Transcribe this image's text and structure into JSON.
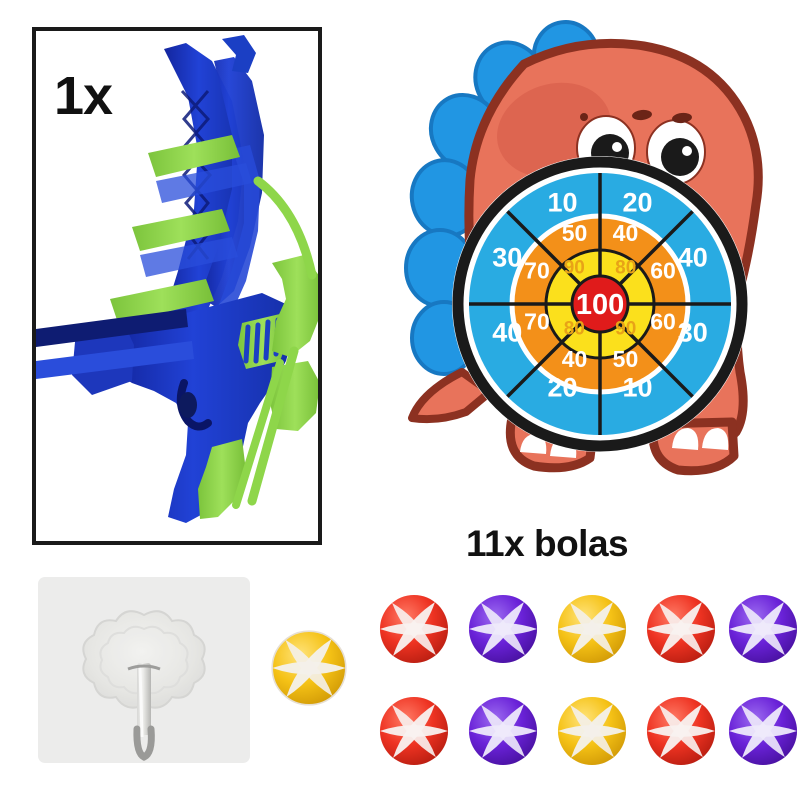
{
  "product": {
    "type": "toy-archery-set-product-sheet",
    "background_color": "#ffffff"
  },
  "crossbow_panel": {
    "quantity_label": "1x",
    "item_name": "crossbow",
    "frame_color": "#1a1a1a",
    "body_color": "#1b3fc4",
    "body_color_dark": "#12249b",
    "accent_color": "#8ed64a",
    "string_color": "#8ed64a"
  },
  "dino_target": {
    "item_name": "dinosaur-dartboard",
    "body_color": "#e8735b",
    "body_shade_color": "#dd6550",
    "outline_color": "#8c3121",
    "spike_color": "#2196e3",
    "spike_outline_color": "#1778c2",
    "claw_color": "#ffffff",
    "eye_white": "#ffffff",
    "eye_pupil": "#1a1a1a",
    "dartboard": {
      "rim_color": "#1a1a1a",
      "ring_outer_color": "#29abe2",
      "ring_middle_color": "#f39019",
      "ring_inner_color": "#fbe01c",
      "bullseye_color": "#e01b1b",
      "bullseye_value": "100",
      "bullseye_text_color": "#ffffff",
      "outer_ring_values": [
        "10",
        "20",
        "40",
        "30",
        "20",
        "10",
        "40",
        "30"
      ],
      "middle_ring_values": [
        "50",
        "40",
        "60",
        "70",
        "40",
        "50",
        "70",
        "60"
      ],
      "inner_ring_values": [
        "90",
        "80",
        "80",
        "90"
      ],
      "outer_label_color": "#ffffff",
      "middle_label_color": "#ffffff",
      "inner_label_color": "#e8a317"
    }
  },
  "bolas": {
    "quantity_label": "11x bolas",
    "total_count": 11,
    "ball_colors": {
      "red": "#ee3322",
      "purple": "#6a22d8",
      "yellow": "#f5c216",
      "strap": "#f4f0ea"
    },
    "single_ball": {
      "color_name": "yellow",
      "hex": "#f5c216"
    },
    "row_top": [
      {
        "color_name": "red",
        "hex": "#ee3322"
      },
      {
        "color_name": "purple",
        "hex": "#6a22d8"
      },
      {
        "color_name": "yellow",
        "hex": "#f5c216"
      },
      {
        "color_name": "red",
        "hex": "#ee3322"
      },
      {
        "color_name": "purple",
        "hex": "#6a22d8"
      }
    ],
    "row_bottom": [
      {
        "color_name": "red",
        "hex": "#ee3322"
      },
      {
        "color_name": "purple",
        "hex": "#6a22d8"
      },
      {
        "color_name": "yellow",
        "hex": "#f5c216"
      },
      {
        "color_name": "red",
        "hex": "#ee3322"
      },
      {
        "color_name": "purple",
        "hex": "#6a22d8"
      }
    ]
  },
  "wall_hook": {
    "item_name": "adhesive-wall-hook",
    "pad_color": "#e9e9e7",
    "hook_color": "#b8b8b8",
    "background_color": "#ececea"
  }
}
